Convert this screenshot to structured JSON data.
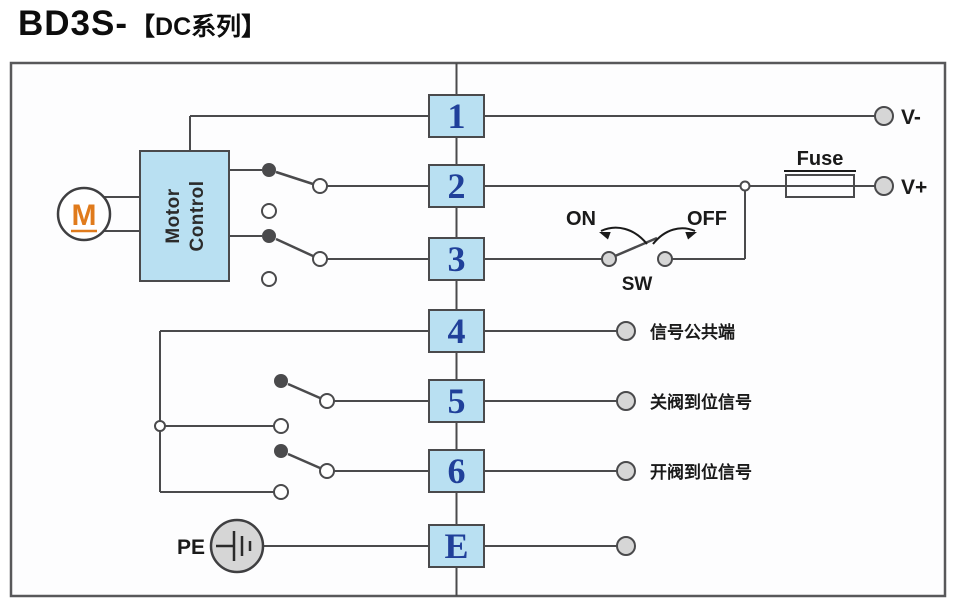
{
  "title": {
    "model": "BD3S-",
    "series": "【DC系列】"
  },
  "terminals": [
    {
      "label": "1"
    },
    {
      "label": "2"
    },
    {
      "label": "3"
    },
    {
      "label": "4"
    },
    {
      "label": "5"
    },
    {
      "label": "6"
    },
    {
      "label": "E"
    }
  ],
  "motor": {
    "symbol": "M",
    "control_line1": "Motor",
    "control_line2": "Control"
  },
  "power": {
    "fuse_label": "Fuse",
    "v_plus": "V+",
    "v_minus": "V-"
  },
  "power_switch": {
    "on": "ON",
    "off": "OFF",
    "label": "SW"
  },
  "signals": {
    "common": "信号公共端",
    "close_done": "关阀到位信号",
    "open_done": "开阀到位信号"
  },
  "ground": {
    "label": "PE"
  },
  "colors": {
    "line": "#4a4a4c",
    "frame": "#58585a",
    "terminal_fill": "#b9e0f2",
    "terminal_text": "#20409a",
    "motor_m": "#e07b1c",
    "connector_fill": "#d6d6d6"
  }
}
